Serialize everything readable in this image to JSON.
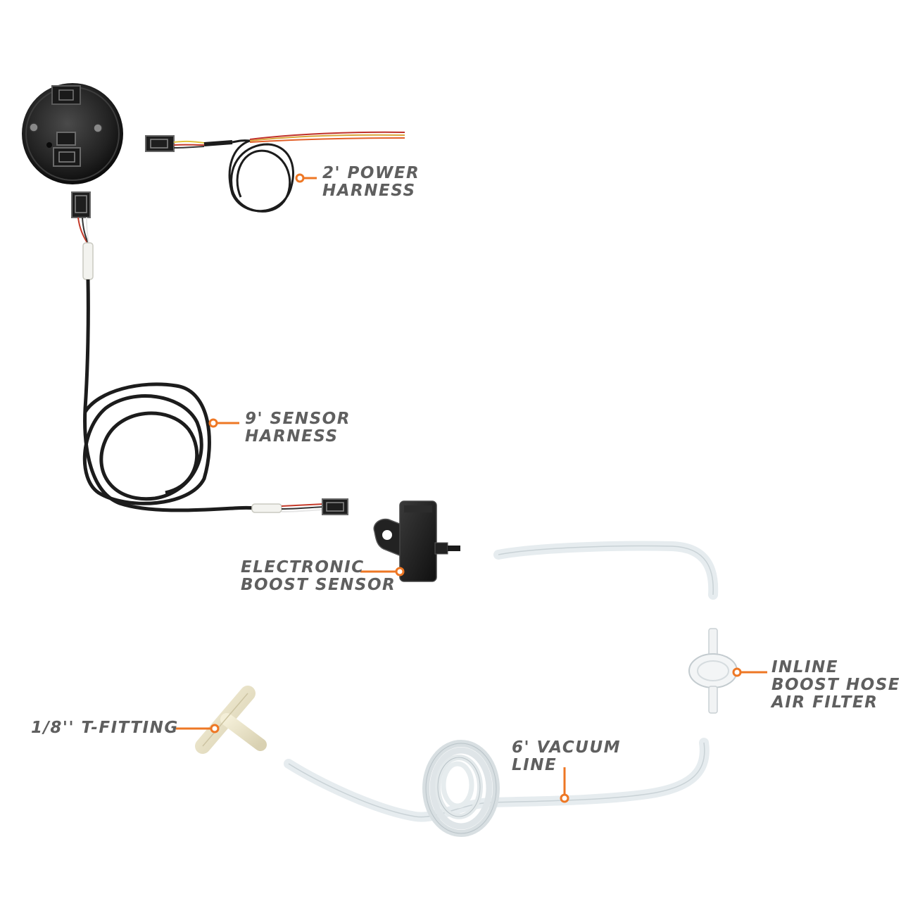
{
  "colors": {
    "accent": "#ee7724",
    "label": "#5f5f5f",
    "cable": "#1c1c1c",
    "background": "#ffffff"
  },
  "labels": {
    "power_harness": [
      "2' POWER",
      "HARNESS"
    ],
    "sensor_harness": [
      "9' SENSOR",
      "HARNESS"
    ],
    "boost_sensor": [
      "ELECTRONIC",
      "BOOST SENSOR"
    ],
    "air_filter": [
      "INLINE",
      "BOOST HOSE",
      "AIR FILTER"
    ],
    "t_fitting": [
      "1/8'' T-FITTING"
    ],
    "vacuum_line": [
      "6' VACUUM",
      "LINE"
    ]
  }
}
